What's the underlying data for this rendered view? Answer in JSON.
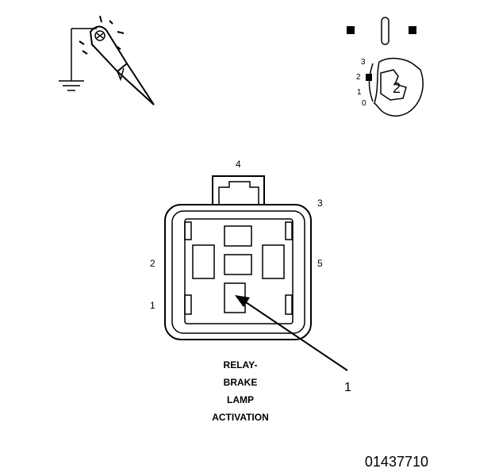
{
  "ignition_symbol": {
    "position_numbers": [
      "3",
      "2",
      "1",
      "0"
    ],
    "key_position_number": "2"
  },
  "connector": {
    "pin_labels": {
      "pin4": "4",
      "pin3": "3",
      "pin2": "2",
      "pin5": "5",
      "pin1": "1"
    }
  },
  "callout": {
    "number": "1"
  },
  "caption": {
    "lines": [
      "RELAY-",
      "BRAKE",
      "LAMP",
      "ACTIVATION"
    ]
  },
  "figure_id": "01437710"
}
